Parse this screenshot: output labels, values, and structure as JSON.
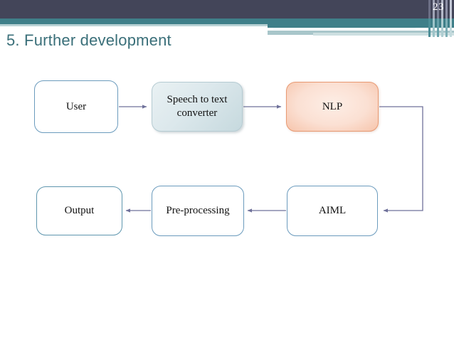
{
  "slide": {
    "page_number": "23",
    "title": "5. Further development",
    "title_color": "#3a6f79",
    "header_dark_color": "#434559",
    "header_teal_color": "#3f7f89",
    "background_color": "#ffffff"
  },
  "diagram": {
    "connector_color": "#6f719a",
    "nodes": [
      {
        "id": "user",
        "label": "User",
        "fill": "white",
        "border": "#6b9bbd"
      },
      {
        "id": "speech",
        "label": "Speech to text converter",
        "fill": "blue-gradient",
        "border": "#b5cbd2"
      },
      {
        "id": "nlp",
        "label": "NLP",
        "fill": "peach-gradient",
        "border": "#e89a73"
      },
      {
        "id": "aiml",
        "label": "AIML",
        "fill": "white",
        "border": "#6b9bbd"
      },
      {
        "id": "preprocessing",
        "label": "Pre-processing",
        "fill": "white",
        "border": "#6b9bbd"
      },
      {
        "id": "output",
        "label": "Output",
        "fill": "white",
        "border": "#6b9bbd"
      }
    ],
    "edges": [
      {
        "from": "user",
        "to": "speech",
        "direction": "right"
      },
      {
        "from": "speech",
        "to": "nlp",
        "direction": "right"
      },
      {
        "from": "nlp",
        "to": "aiml",
        "direction": "loop-right-down-left"
      },
      {
        "from": "aiml",
        "to": "preprocessing",
        "direction": "left"
      },
      {
        "from": "preprocessing",
        "to": "output",
        "direction": "left"
      }
    ]
  }
}
